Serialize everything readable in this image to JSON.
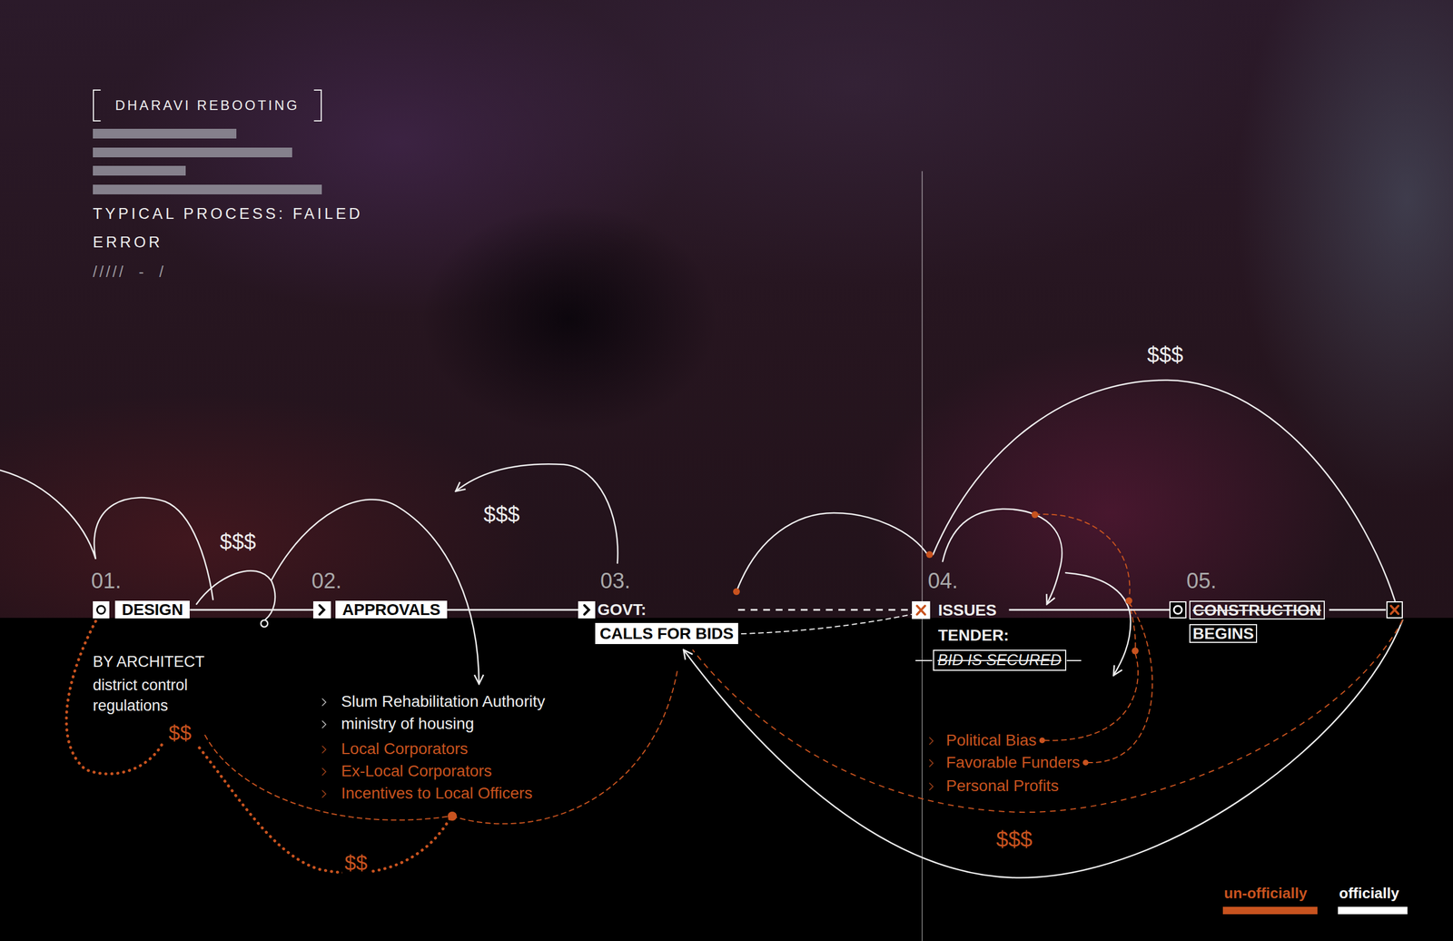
{
  "diagram": {
    "title": "DHARAVI REBOOTING",
    "nodes": [
      {
        "text": [
          "DESIGN"
        ]
      },
      {
        "text": [
          "APPROVALS"
        ]
      },
      {
        "text": [
          "GOVT:",
          "CALLS FOR BIDS"
        ]
      },
      {
        "text": [
          "ISSUES TENDER:"
        ]
      },
      {
        "text": [
          "BID IS SECURED"
        ]
      },
      {
        "text": [
          "CONSTRUCTION",
          "BEGINS"
        ]
      }
    ],
    "edges": [
      {
        "from": 0,
        "to": 1,
        "arrow": "none"
      },
      {
        "from": 1,
        "to": 2,
        "arrow": "none"
      },
      {
        "from": 2,
        "to": 3,
        "arrow": "none"
      },
      {
        "from": 3,
        "to": 5,
        "arrow": "none"
      },
      {
        "from": 5,
        "to": 2,
        "arrow": "to"
      },
      {
        "from": 5,
        "to": 2,
        "arrow": "none"
      }
    ],
    "labels": [
      "TYPICAL PROCESS: FAILED",
      "ERROR",
      "/////  -  /",
      "01.",
      "02.",
      "03.",
      "04.",
      "05.",
      "$$$",
      "$$$",
      "$$$",
      "BY ARCHITECT",
      "district control regulations",
      "$$",
      "$$",
      "Slum Rehabilitation Authority",
      "ministry of housing",
      "Local Corporators",
      "Ex-Local Corporators",
      "Incentives to Local Officers",
      "Political Bias",
      "Favorable Funders",
      "Personal Profits",
      "$$$"
    ],
    "legend": [
      {
        "text": "un-officially",
        "color": "#c8531f"
      },
      {
        "text": "officially",
        "color": "#ffffff"
      }
    ]
  }
}
